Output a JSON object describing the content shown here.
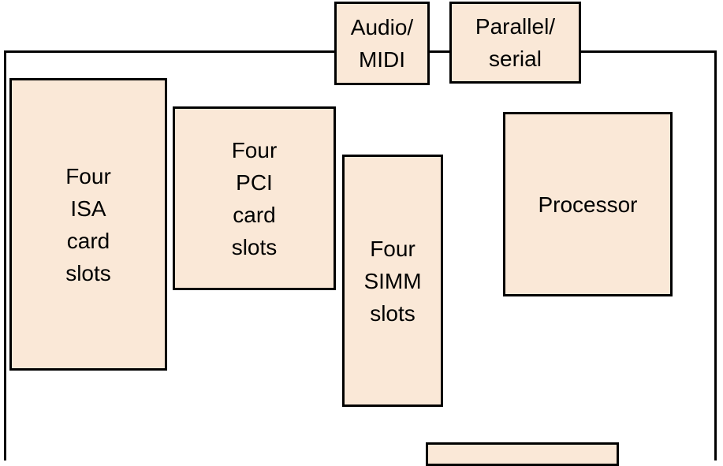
{
  "components": {
    "audio_midi": "Audio/\nMIDI",
    "parallel_serial": "Parallel/\nserial",
    "isa_slots": "Four\nISA\ncard\nslots",
    "pci_slots": "Four\nPCI\ncard\nslots",
    "simm_slots": "Four\nSIMM\nslots",
    "processor": "Processor"
  },
  "colors": {
    "component_fill": "#fae8d7",
    "outline": "#000000"
  }
}
